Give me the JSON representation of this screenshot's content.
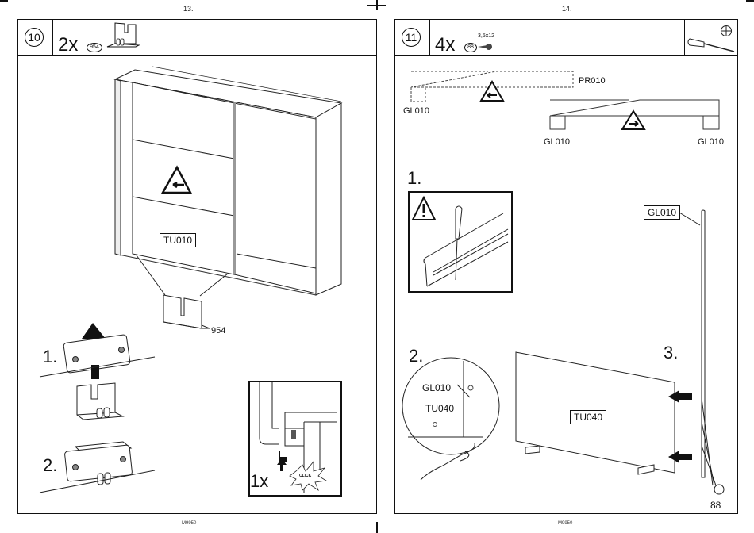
{
  "left_page": {
    "page_number": "13.",
    "footer": "M9950",
    "step": {
      "number": "10",
      "quantity": "2x",
      "part_id": "954"
    },
    "labels": {
      "door_label": "TU010",
      "part_callout": "954",
      "substep_1": "1.",
      "substep_2": "2.",
      "inset_quantity": "1x",
      "inset_click": "CLICK"
    },
    "icons": [
      "warning-arrow-left-icon",
      "arrow-up-icon",
      "click-burst-icon"
    ]
  },
  "right_page": {
    "page_number": "14.",
    "footer": "M9950",
    "step": {
      "number": "11",
      "quantity": "4x",
      "part_id": "88",
      "screw_size": "3,5x12",
      "tool": "phillips-screwdriver"
    },
    "labels": {
      "profile_label": "PR010",
      "guide_left_dashed": "GL010",
      "guide_left": "GL010",
      "guide_right": "GL010",
      "substep_1": "1.",
      "substep_2": "2.",
      "substep_3": "3.",
      "rail_label": "GL010",
      "detail_gl": "GL010",
      "detail_tu": "TU040",
      "panel_label": "TU040",
      "screw_callout": "88"
    },
    "icons": [
      "warning-arrow-left-icon",
      "warning-arrow-right-icon",
      "warning-exclamation-icon",
      "screwdriver-icon",
      "phillips-head-icon",
      "screw-icon"
    ]
  }
}
